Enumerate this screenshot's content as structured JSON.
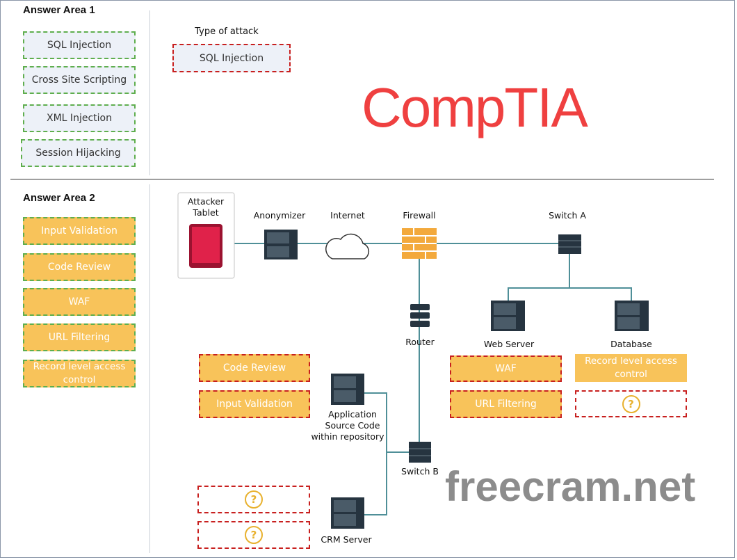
{
  "area1": {
    "title": "Answer Area 1",
    "options": [
      "SQL Injection",
      "Cross Site Scripting",
      "XML Injection",
      "Session Hijacking"
    ],
    "type_of_attack_label": "Type of attack",
    "type_of_attack_value": "SQL Injection"
  },
  "area2": {
    "title": "Answer Area 2",
    "options": [
      "Input Validation",
      "Code Review",
      "WAF",
      "URL Filtering",
      "Record level access control"
    ],
    "nodes": {
      "attacker": "Attacker Tablet",
      "anonymizer": "Anonymizer",
      "internet": "Internet",
      "firewall": "Firewall",
      "switch_a": "Switch A",
      "web_server": "Web Server",
      "database": "Database",
      "router": "Router",
      "app_line1": "Application",
      "app_line2": "Source Code",
      "app_line3": "within repository",
      "switch_b": "Switch B",
      "crm": "CRM Server"
    },
    "placed": {
      "app_1": "Code Review",
      "app_2": "Input Validation",
      "web_1": "WAF",
      "web_2": "URL Filtering",
      "db_1": "Record level access control",
      "db_2": "?",
      "crm_1": "?",
      "crm_2": "?"
    }
  },
  "watermarks": {
    "comptia": "CompTIA",
    "site": "freecram.net"
  },
  "colors": {
    "orange": "#f8c35a",
    "green_dash": "#5fae4e",
    "red_dash": "#c8201f",
    "link": "#4f8f98"
  }
}
